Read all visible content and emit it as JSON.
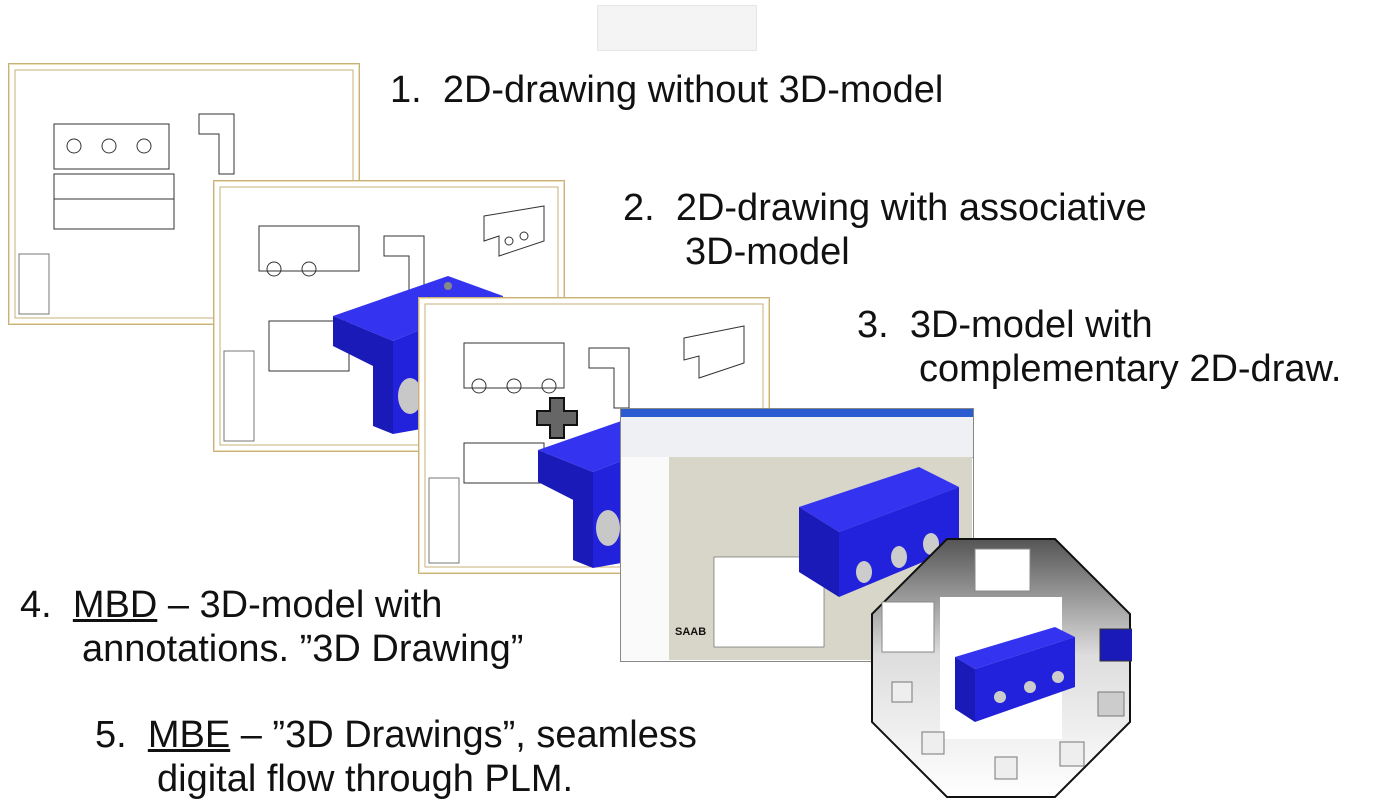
{
  "steps": [
    {
      "num": "1.",
      "line1": "2D-drawing without 3D-model",
      "line2": ""
    },
    {
      "num": "2.",
      "line1": "2D-drawing with associative",
      "line2": "3D-model"
    },
    {
      "num": "3.",
      "line1": "3D-model with",
      "line2": "complementary 2D-draw."
    },
    {
      "num": "4.",
      "abbr": "MBD",
      "rest": " – 3D-model with",
      "line2": "annotations. ”3D Drawing”"
    },
    {
      "num": "5.",
      "abbr": "MBE",
      "rest": " – ”3D Drawings”, seamless",
      "line2": "digital flow through PLM."
    }
  ],
  "logo_text": "SAAB",
  "colors": {
    "part_blue": "#2222dd",
    "sheet_border": "#c9b27a",
    "cad_bg": "#d8d6c8"
  }
}
